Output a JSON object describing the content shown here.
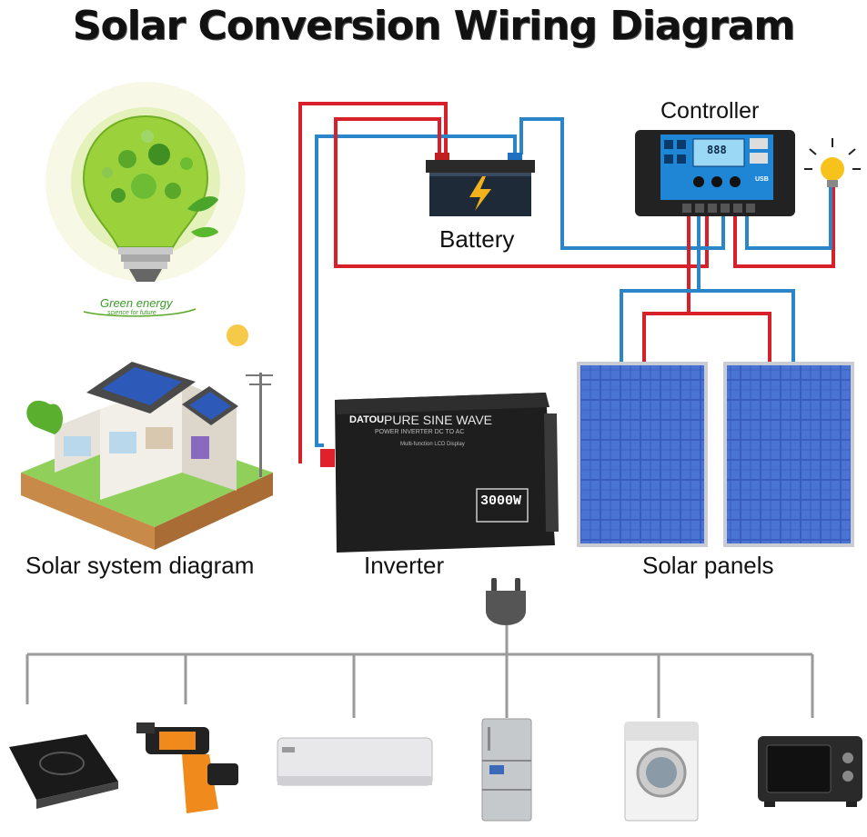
{
  "title": "Solar Conversion Wiring Diagram",
  "labels": {
    "controller": "Controller",
    "battery": "Battery",
    "solar_system": "Solar system diagram",
    "inverter": "Inverter",
    "solar_panels": "Solar panels"
  },
  "bulb": {
    "text": "Green energy",
    "subtext": "science for future"
  },
  "inverter": {
    "brand": "DATOU",
    "wave": "PURE SINE WAVE",
    "line1": "POWER INVERTER DC TO AC",
    "line2": "Multi-function LCD Display",
    "power": "3000W"
  },
  "controller": {
    "lcd": "888",
    "usb": "USB"
  },
  "colors": {
    "positive_wire": "#d8202a",
    "negative_wire": "#2a86c8",
    "ac_wire": "#9a9a9a",
    "controller_blue": "#1f86d6",
    "panel_blue": "#3a62c4"
  },
  "icons": [
    "light-bulb-icon",
    "plug-icon",
    "induction-cooker-icon",
    "drill-icon",
    "air-conditioner-icon",
    "refrigerator-icon",
    "washing-machine-icon",
    "microwave-icon",
    "sun-icon"
  ]
}
